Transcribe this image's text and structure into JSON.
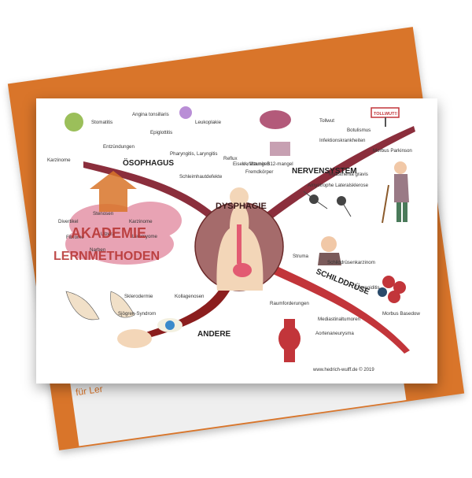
{
  "branches": {
    "oesophagus": "ÖSOPHAGUS",
    "nervensystem": "NERVENSYSTEM",
    "schilddruese": "SCHILDDRÜSE",
    "andere": "ANDERE"
  },
  "center": {
    "title": "DYSPHAGIE"
  },
  "labels_oesophagus": {
    "entzuendungen": "Entzündungen",
    "stomatitis": "Stomatitis",
    "angina": "Angina tonsillaris",
    "leukoplakie": "Leukoplakie",
    "epiglottitis": "Epiglottitis",
    "pharyngitis": "Pharyngitis, Laryngitis",
    "warzinome": "Karzinome",
    "schleimhautdefekte": "Schleimhautdefekte",
    "reflux": "Reflux",
    "eisen": "Eisen-, Vitamin B12-mangel",
    "verätzungen": "Verätzungen",
    "fremdkoerper": "Fremdkörper"
  },
  "labels_cloud": {
    "divertikel": "Divertikel",
    "stenosen": "Stenosen",
    "karzinome": "Karzinome",
    "fibrome": "Fibrome",
    "leiomyome": "Leiomyome",
    "ulzera": "Ulzera",
    "narben": "Narben"
  },
  "labels_nerven": {
    "tollwut_sign": "TOLLWUT!!",
    "tollwut": "Tollwut",
    "botulismus": "Botulismus",
    "infektion": "Infektionskrankheiten",
    "parkinson": "Morbus Parkinson",
    "myasthenia": "Myasthenia gravis",
    "lateralsklerose": "Amyotrophe Lateralsklerose"
  },
  "labels_schild": {
    "struma": "Struma",
    "karzinom": "Schilddrüsenkarzinom",
    "thyreoiditis": "Thyreoiditis",
    "basedow": "Morbus Basedow"
  },
  "labels_andere": {
    "sklerodermie": "Sklerodermie",
    "kollagenosen": "Kollagenosen",
    "sjoegren": "Sjögren-Syndrom",
    "raumforderungen": "Raumforderungen",
    "mediastinal": "Mediastinaltumoren",
    "aortenaneurysma": "Aortenaneurysma"
  },
  "watermark": {
    "line1": "AKADEMIE",
    "line2": "LERNMETHODEN"
  },
  "credit": "www.hedrich-wulff.de © 2019",
  "background_card_text": "für Ler",
  "colors": {
    "orange": "#d9752a",
    "branch_maroon": "#8b2e3c",
    "center_bg": "#a56b6b",
    "cloud_pink": "#e8a3b4",
    "watermark_red": "#b5302e"
  }
}
